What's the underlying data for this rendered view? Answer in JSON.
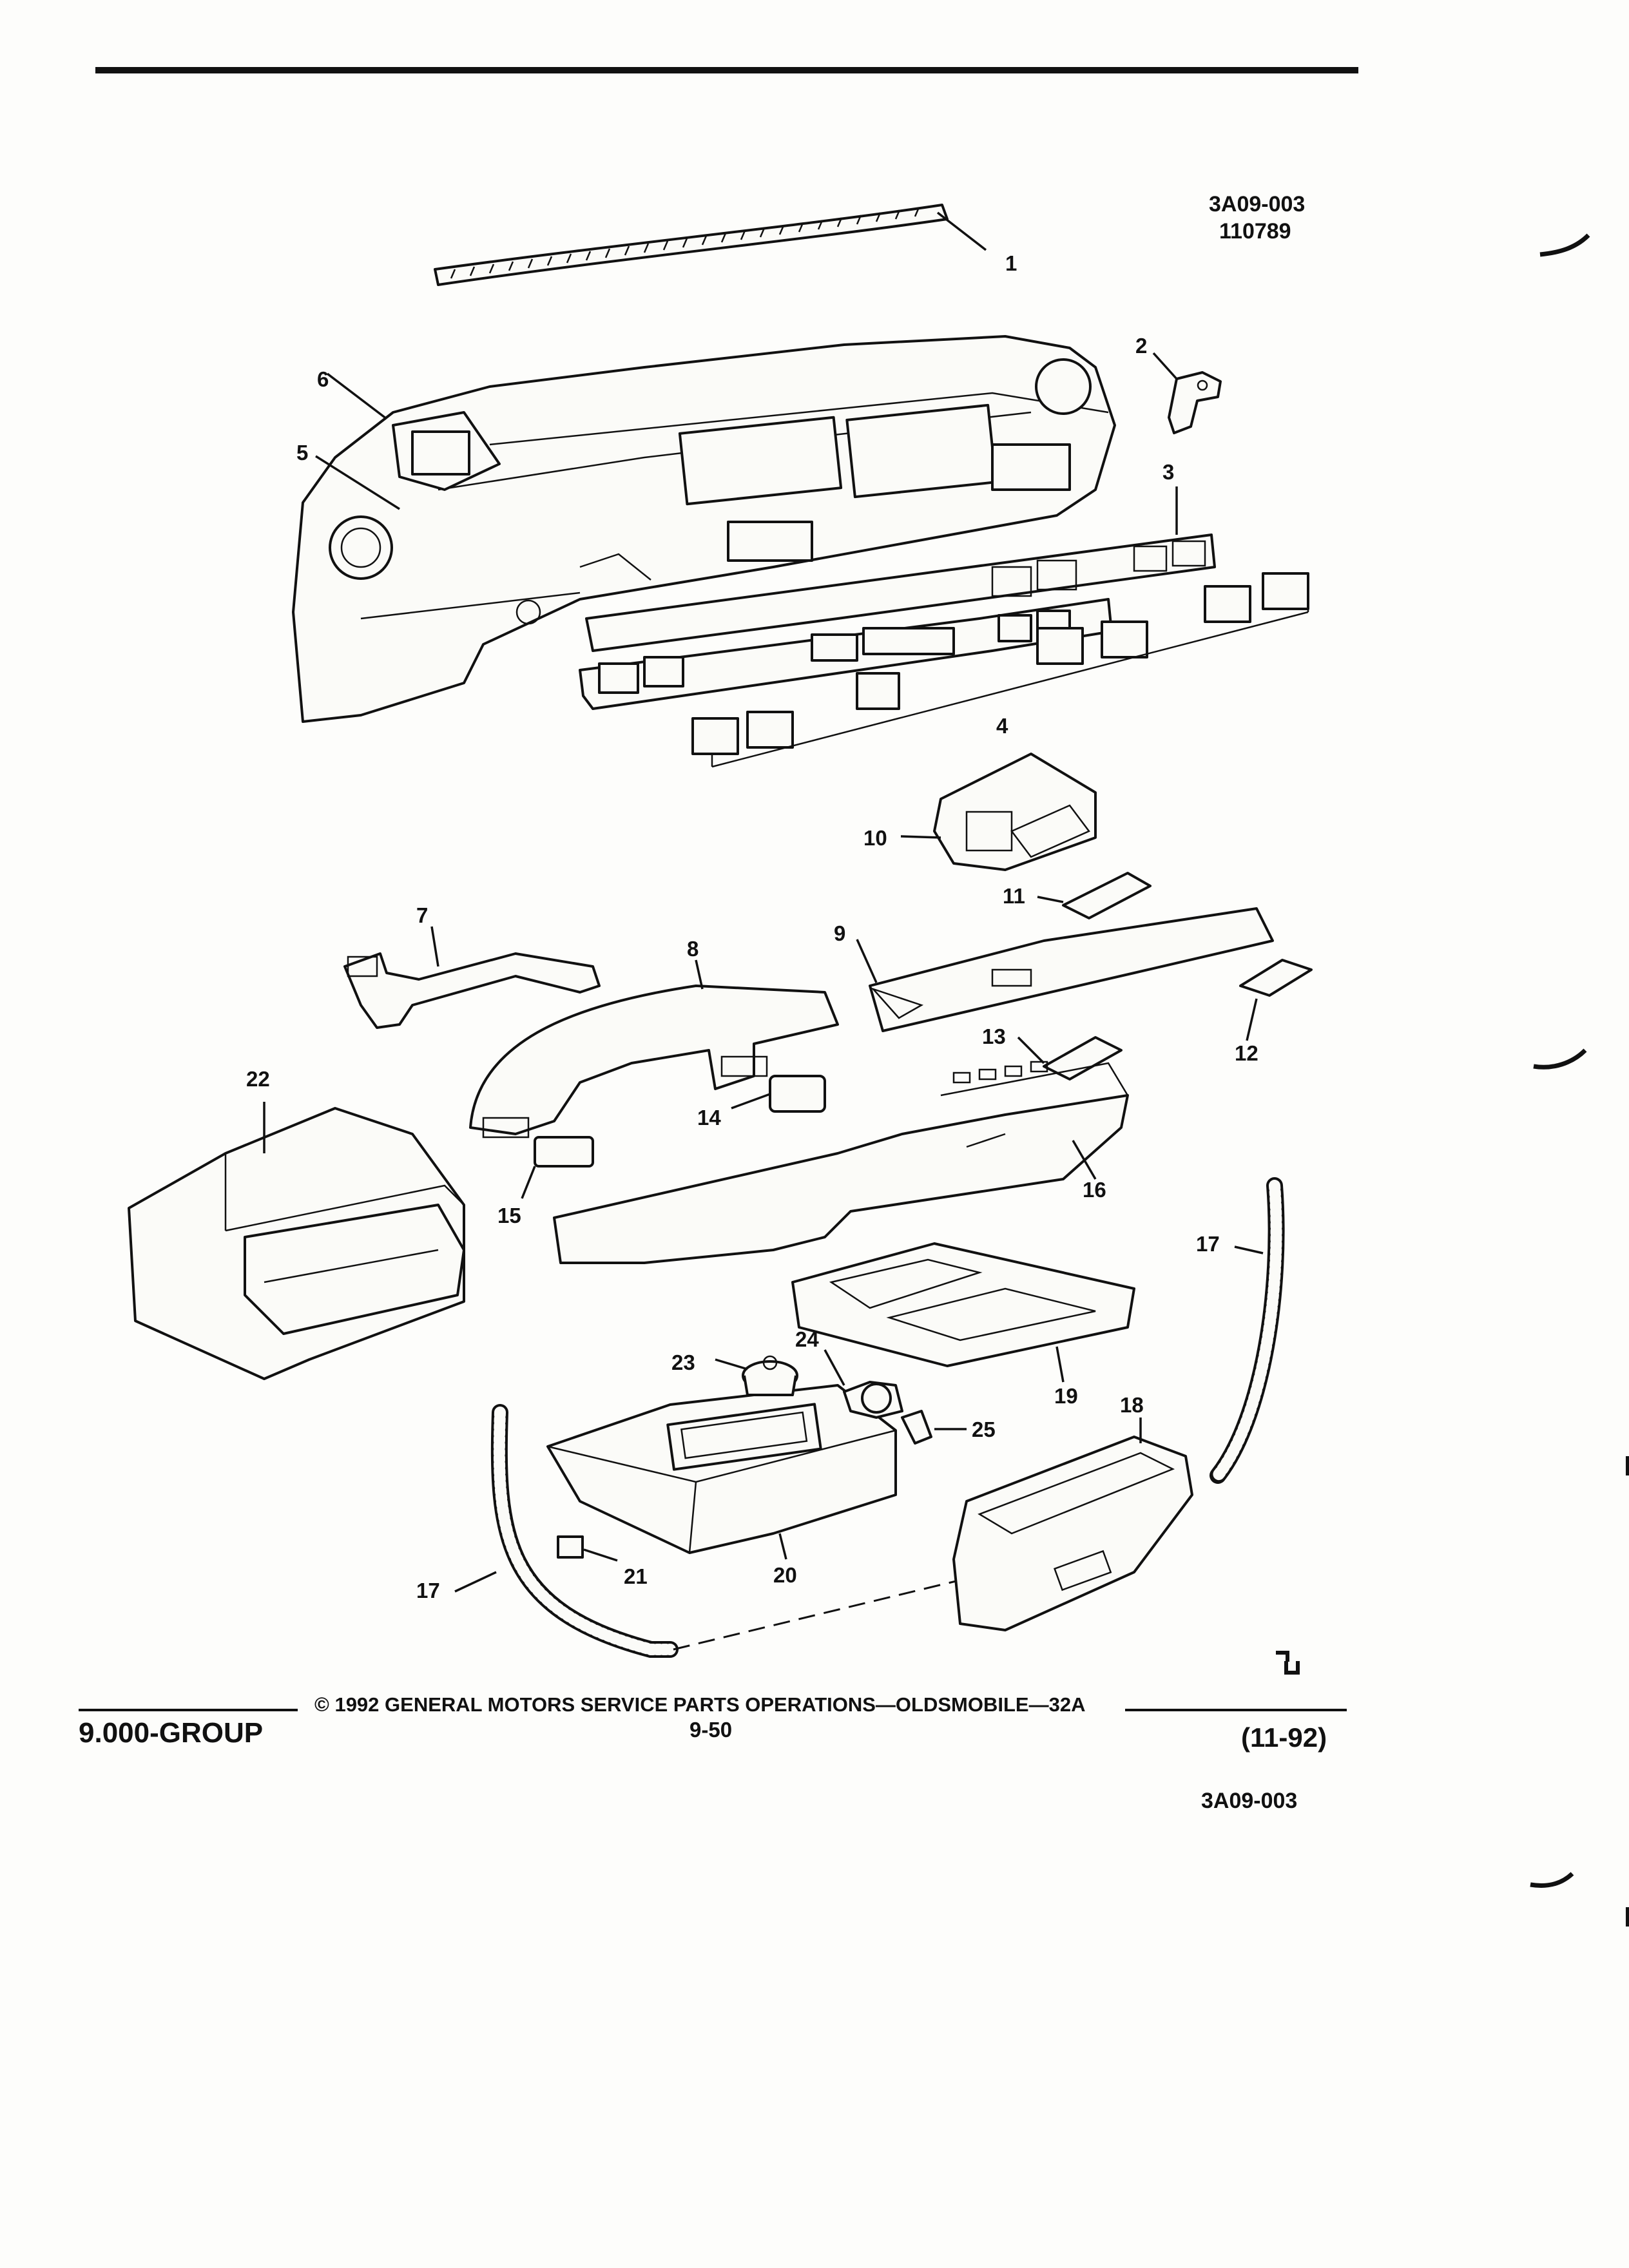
{
  "figure": {
    "code_top": "3A09-003",
    "date_code": "110789",
    "code_bottom": "3A09-003"
  },
  "callouts": [
    "1",
    "2",
    "3",
    "4",
    "5",
    "6",
    "7",
    "8",
    "9",
    "10",
    "11",
    "12",
    "13",
    "14",
    "15",
    "16",
    "17",
    "17",
    "18",
    "19",
    "20",
    "21",
    "22",
    "23",
    "24",
    "25"
  ],
  "footer": {
    "group": "9.000-GROUP",
    "copyright": "© 1992 GENERAL MOTORS SERVICE PARTS OPERATIONS—OLDSMOBILE—32A",
    "page": "9-50",
    "date": "(11-92)"
  }
}
